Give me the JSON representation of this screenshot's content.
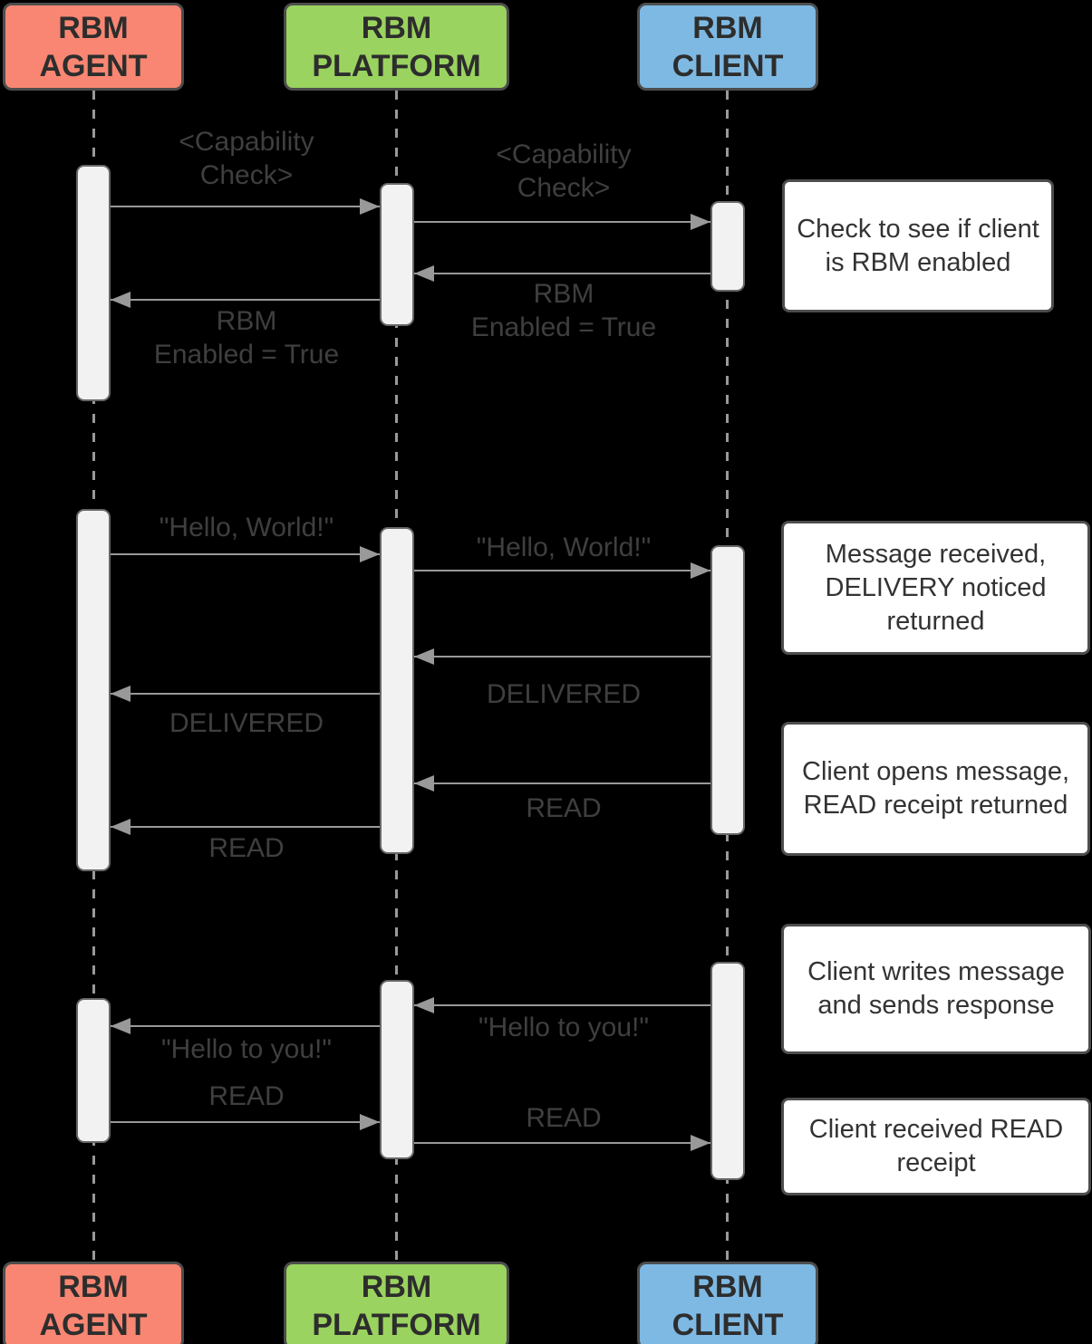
{
  "diagram_type": "sequence-diagram",
  "actors": [
    {
      "id": "rbm-agent",
      "label": "RBM\nAGENT",
      "fill": "#F98672",
      "border": "#4D4D4D"
    },
    {
      "id": "rbm-platform",
      "label": "RBM\nPLATFORM",
      "fill": "#9AD35F",
      "border": "#4D4D4D"
    },
    {
      "id": "rbm-client",
      "label": "RBM\nCLIENT",
      "fill": "#7EB9E3",
      "border": "#4D4D4D"
    }
  ],
  "messages": [
    {
      "label": "<Capability\nCheck>",
      "from": "RBM AGENT",
      "to": "RBM PLATFORM",
      "direction": "right"
    },
    {
      "label": "<Capability\nCheck>",
      "from": "RBM PLATFORM",
      "to": "RBM CLIENT",
      "direction": "right"
    },
    {
      "label": "RBM\nEnabled = True",
      "from": "RBM CLIENT",
      "to": "RBM PLATFORM",
      "direction": "left"
    },
    {
      "label": "RBM\nEnabled = True",
      "from": "RBM PLATFORM",
      "to": "RBM AGENT",
      "direction": "left"
    },
    {
      "label": "\"Hello, World!\"",
      "from": "RBM AGENT",
      "to": "RBM PLATFORM",
      "direction": "right"
    },
    {
      "label": "\"Hello, World!\"",
      "from": "RBM PLATFORM",
      "to": "RBM CLIENT",
      "direction": "right"
    },
    {
      "label": "DELIVERED",
      "from": "RBM CLIENT",
      "to": "RBM PLATFORM",
      "direction": "left"
    },
    {
      "label": "DELIVERED",
      "from": "RBM PLATFORM",
      "to": "RBM AGENT",
      "direction": "left"
    },
    {
      "label": "READ",
      "from": "RBM CLIENT",
      "to": "RBM PLATFORM",
      "direction": "left"
    },
    {
      "label": "READ",
      "from": "RBM PLATFORM",
      "to": "RBM AGENT",
      "direction": "left"
    },
    {
      "label": "\"Hello to you!\"",
      "from": "RBM CLIENT",
      "to": "RBM PLATFORM",
      "direction": "left"
    },
    {
      "label": "\"Hello to you!\"",
      "from": "RBM PLATFORM",
      "to": "RBM AGENT",
      "direction": "left"
    },
    {
      "label": "READ",
      "from": "RBM AGENT",
      "to": "RBM PLATFORM",
      "direction": "right"
    },
    {
      "label": "READ",
      "from": "RBM PLATFORM",
      "to": "RBM CLIENT",
      "direction": "right"
    }
  ],
  "notes": [
    {
      "text": "Check to see if client is RBM enabled"
    },
    {
      "text": "Message received, DELIVERY noticed returned"
    },
    {
      "text": "Client opens message, READ receipt returned"
    },
    {
      "text": "Client writes message and sends response"
    },
    {
      "text": "Client received READ receipt"
    }
  ],
  "colors": {
    "background": "#000000",
    "arrow": "#999999",
    "message_label_text": "#3F3F3F",
    "note_text": "#333333",
    "note_fill": "#FFFFFF",
    "activation_fill": "#F2F2F2",
    "activation_border": "#666666",
    "actor_text": "#2D2D2D"
  }
}
